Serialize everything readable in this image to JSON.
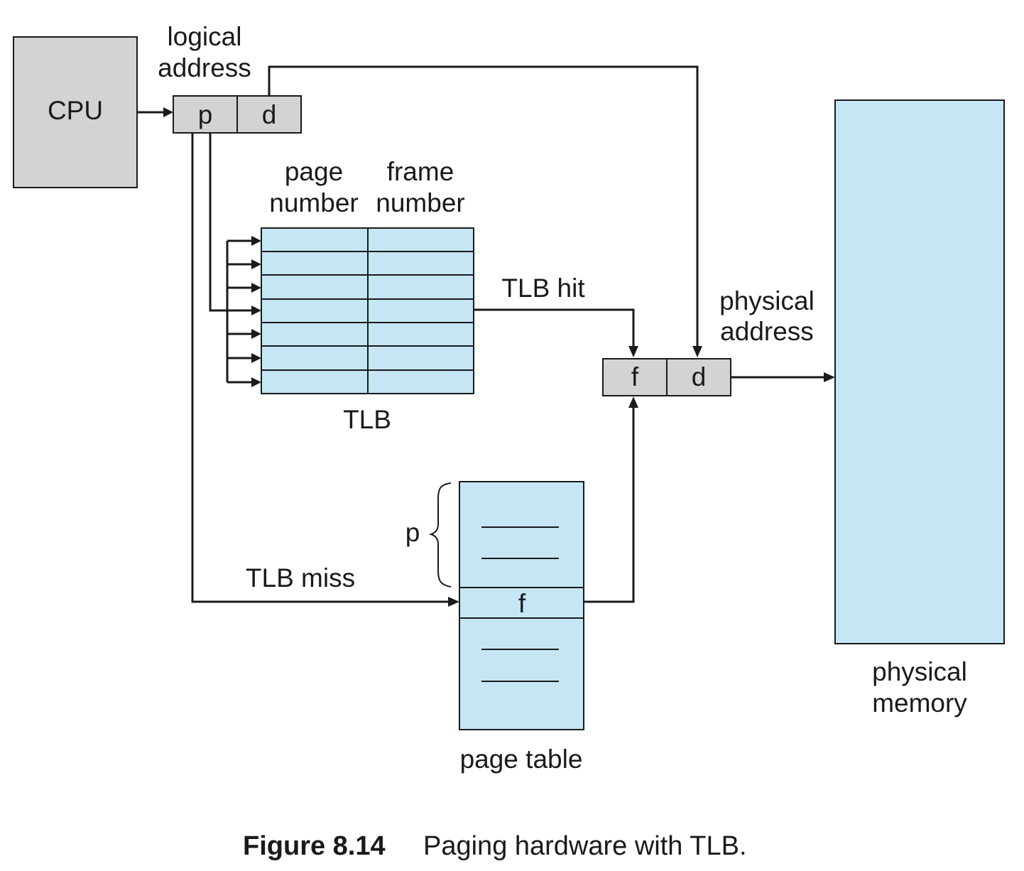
{
  "cpu": {
    "label": "CPU"
  },
  "logical_address": {
    "line1": "logical",
    "line2": "address",
    "p": "p",
    "d": "d"
  },
  "tlb": {
    "col_page_line1": "page",
    "col_page_line2": "number",
    "col_frame_line1": "frame",
    "col_frame_line2": "number",
    "label": "TLB",
    "rows": 7
  },
  "tlb_hit": "TLB hit",
  "tlb_miss": "TLB miss",
  "physical_address": {
    "line1": "physical",
    "line2": "address",
    "f": "f",
    "d": "d"
  },
  "page_table": {
    "label": "page table",
    "p": "p",
    "f": "f"
  },
  "physical_memory": {
    "line1": "physical",
    "line2": "memory"
  },
  "caption": {
    "number": "Figure 8.14",
    "text": "Paging hardware with TLB."
  },
  "colors": {
    "gray_box": "#d3d3d3",
    "blue_box": "#c6e6f6",
    "line": "#1a1a1a"
  }
}
